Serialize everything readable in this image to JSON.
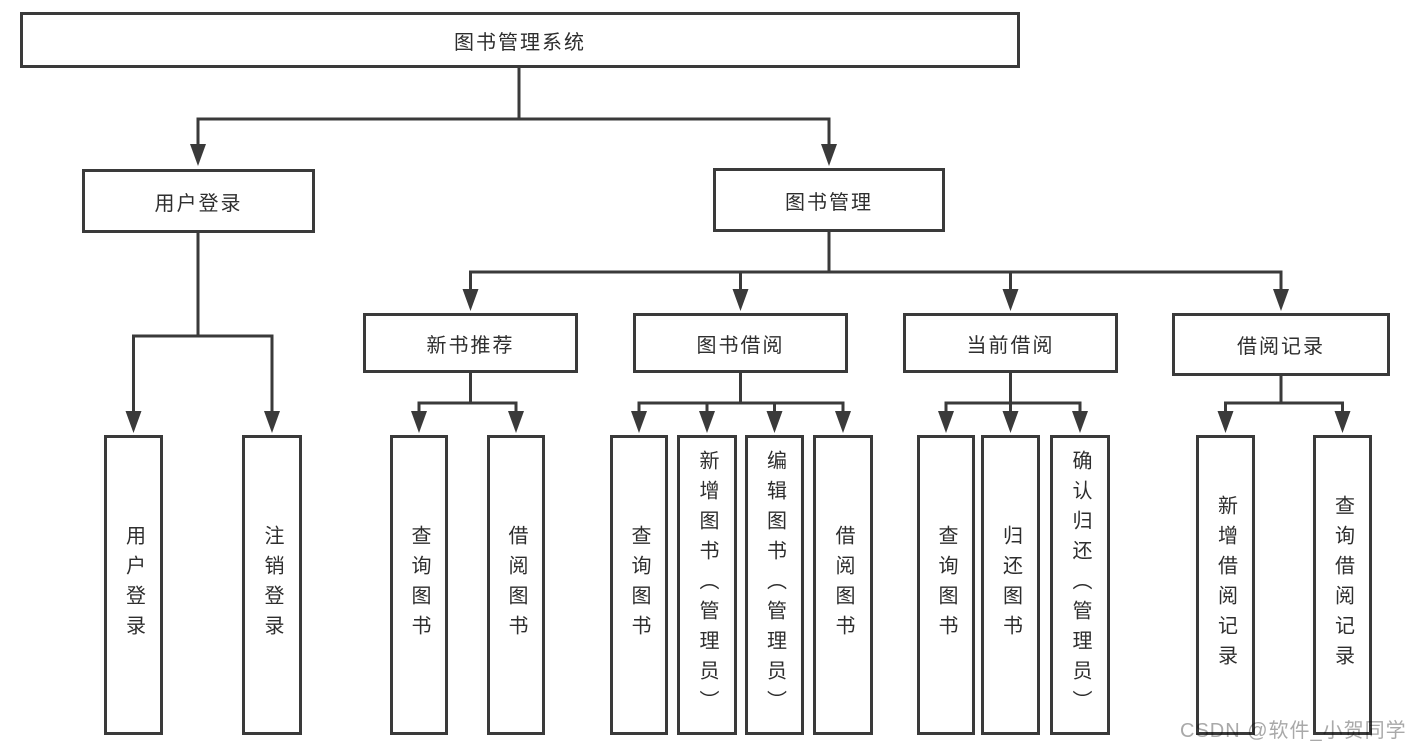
{
  "tree": {
    "label": "图书管理系统",
    "children": [
      {
        "label": "用户登录",
        "children": [
          {
            "label": "用户登录"
          },
          {
            "label": "注销登录"
          }
        ]
      },
      {
        "label": "图书管理",
        "children": [
          {
            "label": "新书推荐",
            "children": [
              {
                "label": "查询图书"
              },
              {
                "label": "借阅图书"
              }
            ]
          },
          {
            "label": "图书借阅",
            "children": [
              {
                "label": "查询图书"
              },
              {
                "label": "新增图书（管理员）"
              },
              {
                "label": "编辑图书（管理员）"
              },
              {
                "label": "借阅图书"
              }
            ]
          },
          {
            "label": "当前借阅",
            "children": [
              {
                "label": "查询图书"
              },
              {
                "label": "归还图书"
              },
              {
                "label": "确认归还（管理员）"
              }
            ]
          },
          {
            "label": "借阅记录",
            "children": [
              {
                "label": "新增借阅记录"
              },
              {
                "label": "查询借阅记录"
              }
            ]
          }
        ]
      }
    ]
  },
  "watermark": {
    "text": "CSDN @软件_小贺同学"
  },
  "colors": {
    "line": "#3a3a3a",
    "box_border": "#3a3a3a",
    "box_background": "#ffffff",
    "text": "#2e2e2e",
    "watermark": "#a9a9a9",
    "page_background": "#ffffff"
  }
}
